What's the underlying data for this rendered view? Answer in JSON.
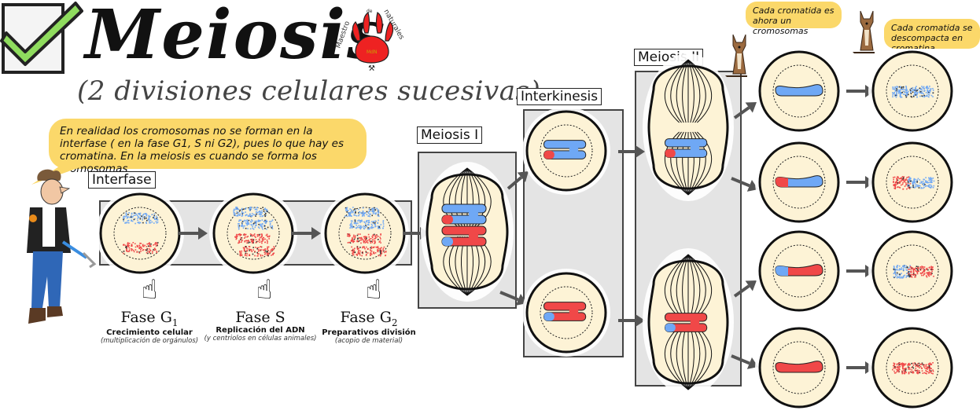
{
  "header": {
    "title": "Meiosis",
    "subtitle": "(2 divisiones celulares sucesivas)",
    "logo_text_top": "Maestro de naturales",
    "logo_badge": "MdN",
    "checkmark_icon": "checkbox-checked-icon",
    "logo_icon": "paw-print-icon"
  },
  "bubbles": {
    "teacher": "En realidad los cromosomas no se forman en la interfase ( en la fase G1, S ni G2), pues lo que hay es cromatina. En la meiosis es cuando se forma los cromosomas",
    "dog_left": "Cada cromatida es ahora un cromosomas",
    "dog_right": "Cada cromatida se descompacta en cromatina"
  },
  "stages": {
    "interfase": "Interfase",
    "meiosis1": "Meiosis I",
    "interkinesis": "Interkinesis",
    "meiosis2": "Meiosis II"
  },
  "phases": [
    {
      "name": "Fase G",
      "sub": "1",
      "desc": "Crecimiento celular",
      "note": "(multiplicación de orgánulos)"
    },
    {
      "name": "Fase S",
      "sub": "",
      "desc": "Replicación del ADN",
      "note": "(y centriolos en células animales)"
    },
    {
      "name": "Fase G",
      "sub": "2",
      "desc": "Preparativos división",
      "note": "(acopio de material)"
    }
  ],
  "colors": {
    "cell_fill": "#fdf3d6",
    "panel_fill": "#e4e4e4",
    "chrom_blue": "#6fa8f5",
    "chrom_red": "#f04848",
    "bubble": "#fbd86a",
    "check_green": "#8fdc5e",
    "arrow": "#555555"
  }
}
